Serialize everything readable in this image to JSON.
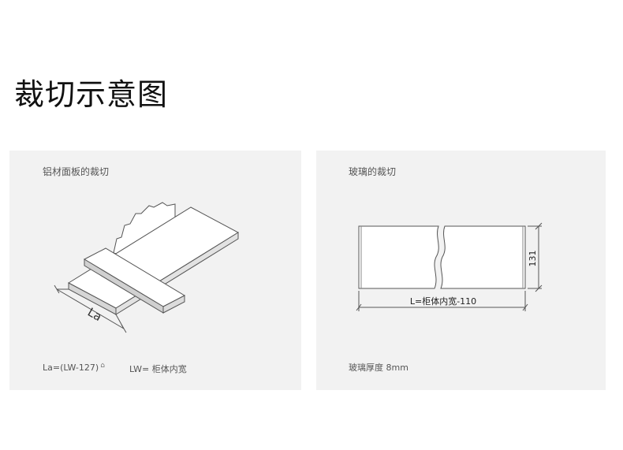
{
  "page": {
    "title": "裁切示意图"
  },
  "aluminum_panel": {
    "label": "铝材面板的裁切",
    "dimension_label": "La",
    "formula": "La=(LW-127)",
    "definition": "LW= 柜体内宽"
  },
  "glass_panel": {
    "label": "玻璃的裁切",
    "length_label": "L=柜体内宽-110",
    "height_label": "131",
    "thickness_note": "玻璃厚度 8mm"
  },
  "icons": {
    "saw_blade": "saw-blade-icon",
    "dimension_marker": "ruler-mark-icon"
  },
  "colors": {
    "panel_bg": "#f2f2f2",
    "line": "#555555",
    "text": "#111111"
  }
}
